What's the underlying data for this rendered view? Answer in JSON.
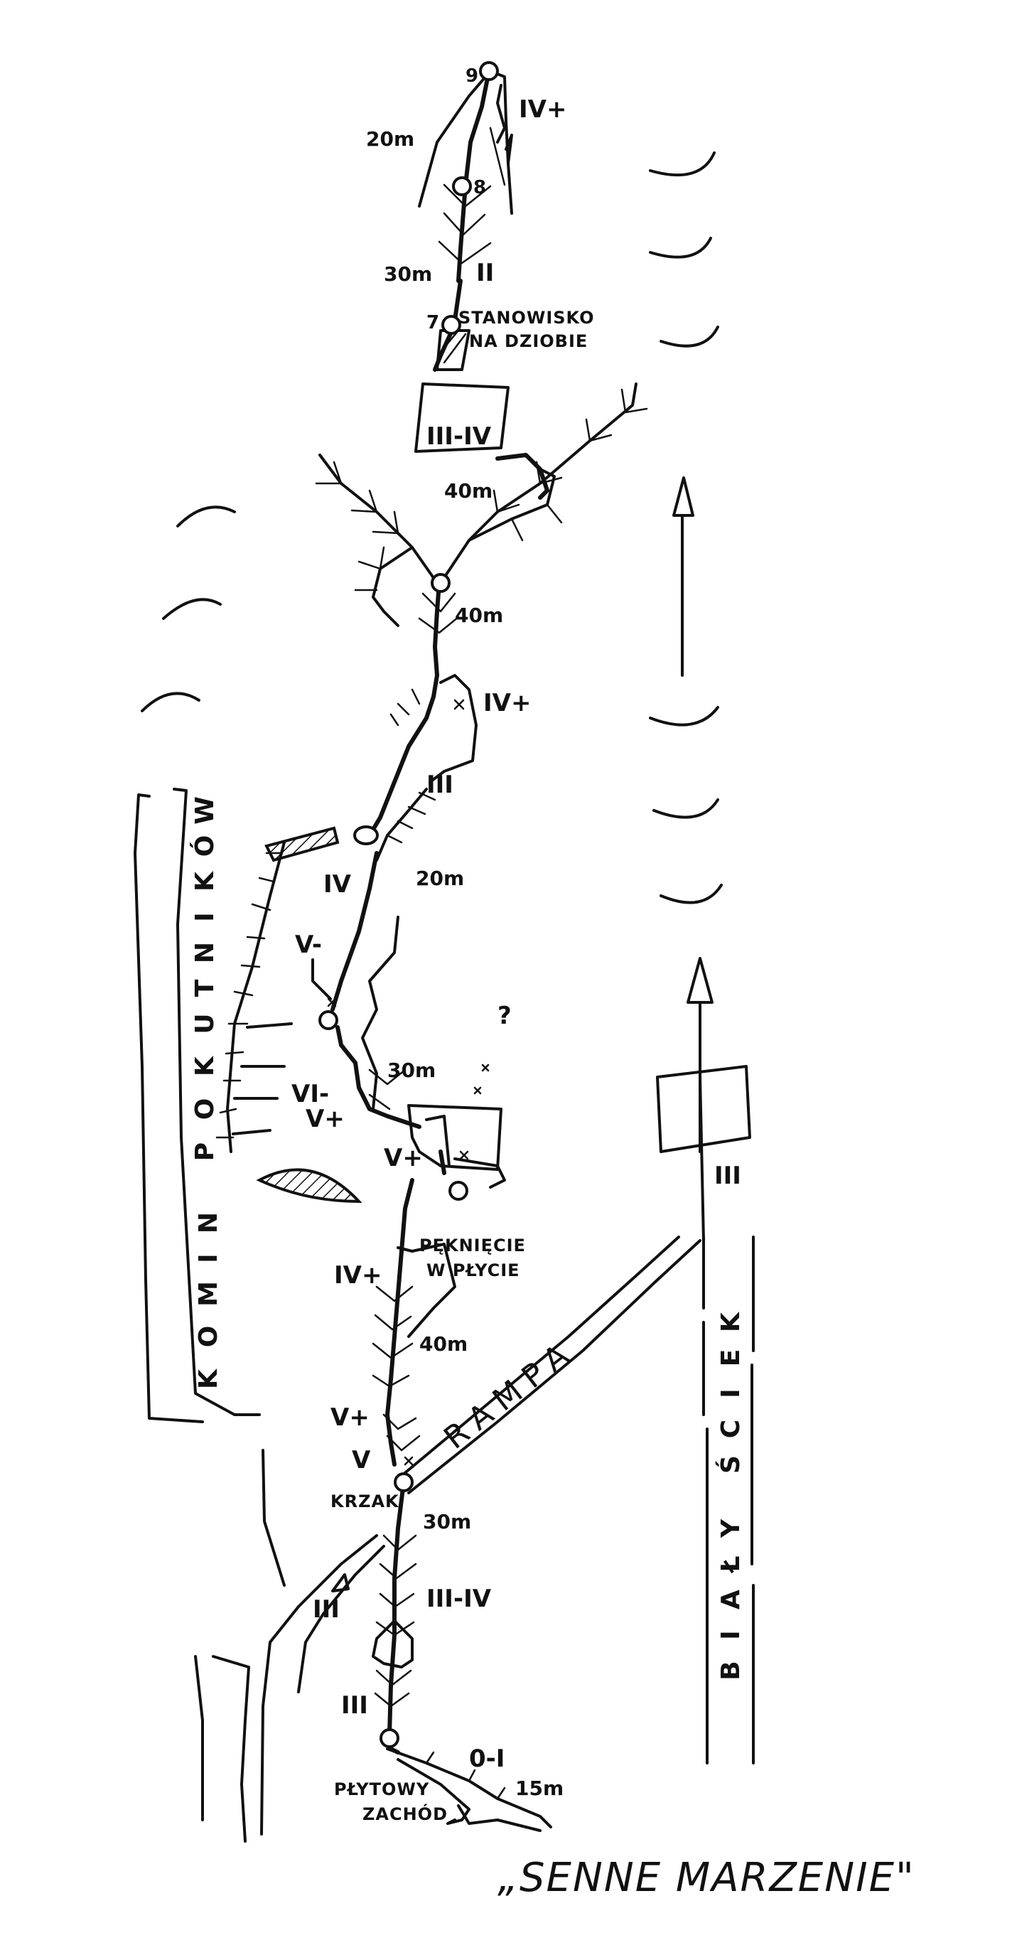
{
  "title": "„SENNE MARZENIE\"",
  "stations": [
    "9",
    "8",
    "7"
  ],
  "grades": {
    "p9": "IV+",
    "p8": "II",
    "roof": "III-IV",
    "p5": "IV+",
    "p4": "III",
    "p3a": "IV",
    "p3b": "V-",
    "p3c": "VI-",
    "p3d": "V+",
    "p3e": "V+",
    "p2a": "IV+",
    "p1a": "V+",
    "p1b": "V",
    "p0a": "III-IV",
    "p0b": "III",
    "approach_left": "III",
    "ramp": "III",
    "start": "0-I"
  },
  "lengths": {
    "p9": "20m",
    "p8": "30m",
    "p6": "40m",
    "p5": "40m",
    "p3": "20m",
    "p2": "30m",
    "p1": "40m",
    "p0": "30m",
    "start": "15m"
  },
  "notes": {
    "belay_label": "STANOWISKO",
    "belay_sub": "NA DZIOBIE",
    "crack_label": "PĘKNIĘCIE",
    "crack_sub": "W PŁYCIE",
    "bush": "KRZAK",
    "ledge_label": "PŁYTOWY",
    "ledge_sub": "ZACHÓD",
    "ramp_label": "RAMPA",
    "question": "?"
  },
  "features": {
    "chimney_letters": [
      "K",
      "O",
      "M",
      "I",
      "N",
      " ",
      "P",
      "O",
      "K",
      "U",
      "T",
      "N",
      "I",
      "K",
      "Ó",
      "W"
    ],
    "white_wall_letters": [
      "B",
      "I",
      "A",
      "Ł",
      "Y",
      " ",
      "Ś",
      "C",
      "I",
      "E",
      "K"
    ]
  }
}
